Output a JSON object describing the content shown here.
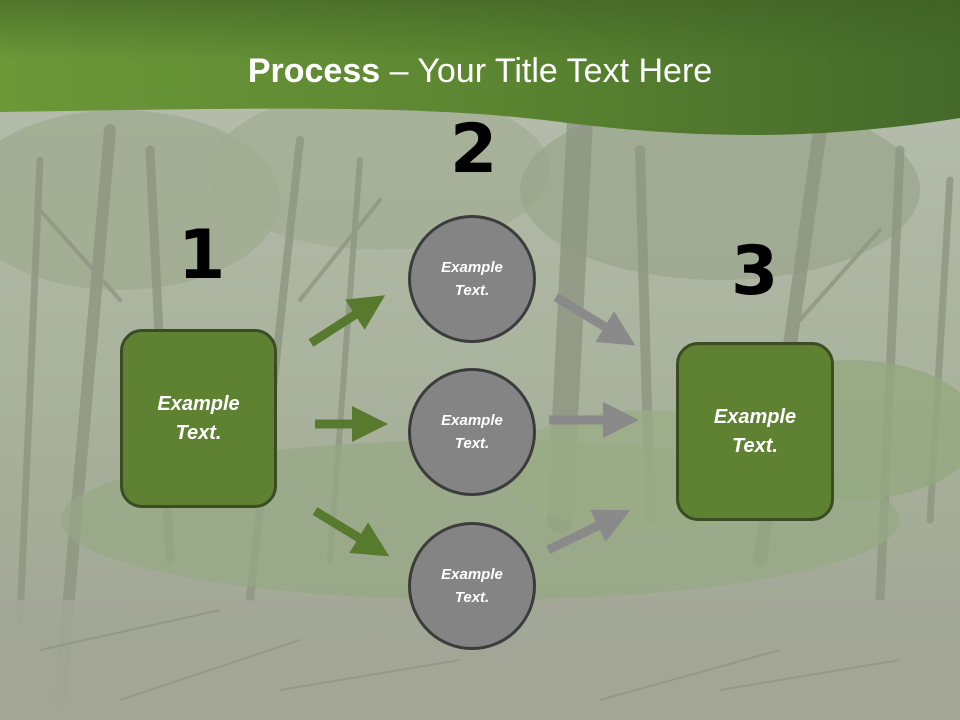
{
  "title": {
    "bold": "Process",
    "rest": " – Your Title Text Here"
  },
  "steps": {
    "one": "1",
    "two": "2",
    "three": "3"
  },
  "left_box": {
    "line1": "Example",
    "line2": "Text."
  },
  "right_box": {
    "line1": "Example",
    "line2": "Text."
  },
  "circles": [
    {
      "line1": "Example",
      "line2": "Text."
    },
    {
      "line1": "Example",
      "line2": "Text."
    },
    {
      "line1": "Example",
      "line2": "Text."
    }
  ],
  "colors": {
    "header_green": "#5f8a30",
    "box_green": "#5e8232",
    "arrow_green": "#577a2e",
    "circle_gray": "#848484",
    "arrow_gray": "#8a8a8a"
  }
}
